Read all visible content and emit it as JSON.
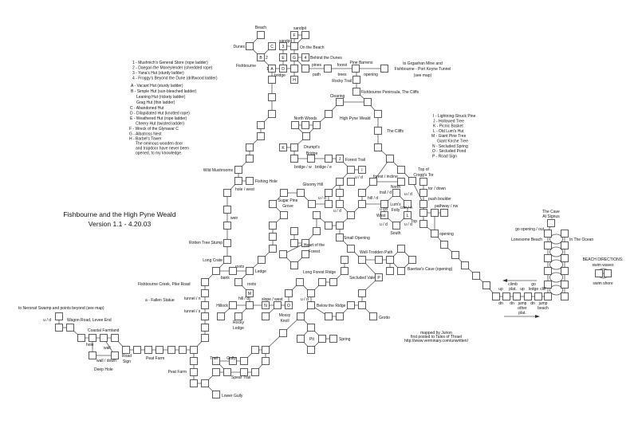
{
  "title": "Fishbourne and the High Pyne Weald",
  "version": "Version 1.1 - 4.20.03",
  "legend1": [
    "1 - Mushnich's General Store (rope ladder)",
    "2 - Daegan the Moneylender (shredded rope)",
    "3 - Yana's Hut (sturdy ladder)",
    "4 - Froggy's Beyond the Dune (driftwood ladder)",
    "A - Vacant Hut (sturdy ladder)",
    "B - Simple Hut (sun-bleached ladder)",
    "Leaning Hut (rickety ladder)",
    "Grag Hut (thin ladder)",
    "C - Abandoned Hut",
    "D - Dilapidated Hut (knotted rope)",
    "E - Weathered Hut (rope ladder)",
    "Cheery Hut (twisted ladder)",
    "F - Wreck of the Glynavar C",
    "G - Albatross Nest",
    "H - Barbel's Tower",
    "The ominous wooden door",
    "and trapdoor have never been",
    "opened, to my knowledge."
  ],
  "legend2": [
    "I - Lightning-Struck Pine",
    "J - Hollowed Tree",
    "K - Picnic Basket",
    "L - Old Lum's Hut",
    "M - Giant Pine Tree",
    "Giant Kirche Tree",
    "N - Secluded Spring",
    "O - Secluded Pond",
    "P - Road Sign"
  ],
  "labels": {
    "beach": "Beach",
    "dunes": "Dunes",
    "fishbourne": "Fishbourne",
    "two": "2",
    "one": "1",
    "sandpit1": "sandpit",
    "sandpit2": "sandpit",
    "on_beach": "On the Beach",
    "behind_dunes": "Behind the Dunes",
    "bridge": "bridge",
    "pines": "pines",
    "path": "path",
    "forest": "forest",
    "trees": "trees",
    "pine_barrens": "Pine Barrens",
    "opening1": "opening",
    "to_grgashan": "to Grgashan Mine and",
    "tunnel": "Fishbourne - Port Keyne Tunnel",
    "see_map": "(see map)",
    "rocky_trail": "Rocky Trail",
    "peninsula": "Fishbourne Peninsula, The Cliffs",
    "clearing": "Clearing",
    "north_woods": "North Woods",
    "high_pyne": "High Pyne Weald",
    "cliffs": "The Cliffs",
    "drumpts": "Drumpt's",
    "bridge2": "Bridge",
    "forest_trail": "Forest Trail",
    "bridge_w": "bridge / w",
    "bridge_e": "bridge / e",
    "ud1": "u / d",
    "forest_incline": "forest / incline",
    "top_of": "Top of",
    "croggs": "Crogg's Tor",
    "tor_down": "tor / down",
    "push_boulder": "push boulder",
    "pathway_nw": "pathway / nw",
    "corr_n": "corr / n",
    "top": "Top",
    "opening2": "opening",
    "wild_mushrooms": "Wild Mushrooms",
    "fishing_hole": "Fishing Hole",
    "hole_west": "hole / west",
    "gloomy_hill": "Gloomy Hill",
    "ud2": "u / d",
    "ud3": "u / d",
    "sugar_pine": "Sugar Pine",
    "grove": "Grove",
    "hill_d1": "hill / d",
    "trail_d": "trail / d",
    "north": "North",
    "ud4": "u / d",
    "lums": "Lum's",
    "folly": "Folly",
    "ud5": "u / d",
    "west": "West",
    "ud6": "u / d",
    "ud7": "u / d",
    "south": "South",
    "heart": "Heart of the",
    "heart2": "Forest",
    "small_opening": "Small Opening",
    "well_trodden": "Well-Trodden Path",
    "baertav": "Baertav's Cave (opening)",
    "weir": "weir",
    "rotten": "Rotten Tree Stump",
    "long_crate": "Long Crate",
    "roots1": "roots",
    "bank": "bank",
    "ledge": "Ledge",
    "roots2": "roots",
    "long_forest": "Long Forest Ridge",
    "secluded_vale": "Secluded Vale",
    "creek": "Fishbourne Creek, Pike Road",
    "fallen": "a - Fallen Statue",
    "tunnel_n": "tunnel / n",
    "tunnel_s": "tunnel / s",
    "hillock": "Hillock",
    "hill_d2": "hill / d",
    "slope_west": "slope / west",
    "ud8": "u / d",
    "below_ridge": "Below the Ridge",
    "rocky": "Rocky",
    "ledge2": "Ledge",
    "mossy": "Mossy",
    "knoll": "Knoll",
    "grotto": "Grotto",
    "pit": "Pit",
    "spring": "Spring",
    "neronat": "to Neronat Swamp and points beyond (see map)",
    "ud9": "u / d",
    "wagon": "Wagon Road, Levee End",
    "coastal": "Coastal Farmland",
    "hole": "hole",
    "wall": "wall",
    "wall_down": "wall / down",
    "deep_hole": "Deep Hole",
    "road": "Road",
    "sign": "Sign",
    "peat1": "Peat Farm",
    "peat2": "Peat Farm",
    "trail": "Trail",
    "gully": "Gully",
    "spear": "Spear Trail",
    "lower_gully": "Lower Gully",
    "mapped": "mapped by Jurion",
    "posted": "first posted to Tales of Thrael",
    "url": "http://www.verminary.com/unwritten/",
    "cave": "The Cave",
    "signus": "At Signus",
    "go_opening": "go opening / out",
    "lonesome": "Lonesome Beach",
    "ocean": "In The Ocean",
    "beach_dir": "BEACH DIRECTIONS:",
    "swim_waves": "swim waves",
    "swim_shore": "swim shore",
    "up1": "up",
    "climb": "climb",
    "plat": "plat.",
    "up2": "up",
    "go": "go",
    "ledge3": "ledge",
    "cliff": "cliff",
    "dn1": "dn",
    "dn2": "dn",
    "jump": "jump",
    "other": "other",
    "plat2": "plat.",
    "dn3": "dn",
    "jump2": "jump",
    "beach2": "beach"
  }
}
